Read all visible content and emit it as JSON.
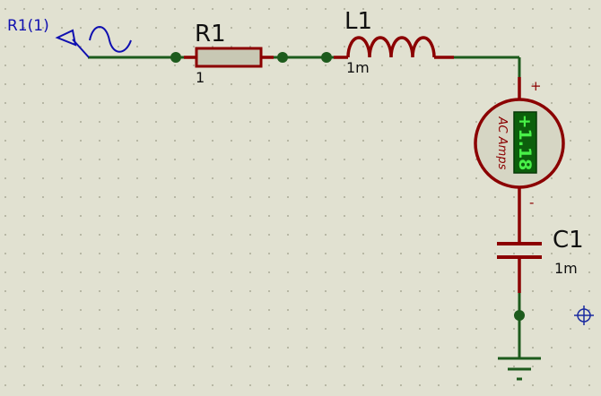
{
  "colors": {
    "background": "#e1e1d1",
    "grid_dot": "#9a9a85",
    "wire": "#1d5b1d",
    "component": "#8b0000",
    "component_fill": "#c8c8b4",
    "generator": "#1010b0",
    "text": "#101010",
    "meter_fill": "#d6d6c4",
    "display_bg": "#0c5f0c",
    "display_text": "#48f048",
    "cursor": "#1a2aa0"
  },
  "generator": {
    "label": "R1(1)",
    "icon": "sine-wave-icon"
  },
  "resistor": {
    "ref": "R1",
    "value": "1"
  },
  "inductor": {
    "ref": "L1",
    "value": "1m"
  },
  "ammeter": {
    "type_label": "AC Amps",
    "reading": "+1.18",
    "plus_sign": "+",
    "minus_sign": "-"
  },
  "capacitor": {
    "ref": "C1",
    "value": "1m"
  },
  "ground": {
    "icon": "ground-icon"
  },
  "cursor": {
    "icon": "crosshair-icon"
  }
}
